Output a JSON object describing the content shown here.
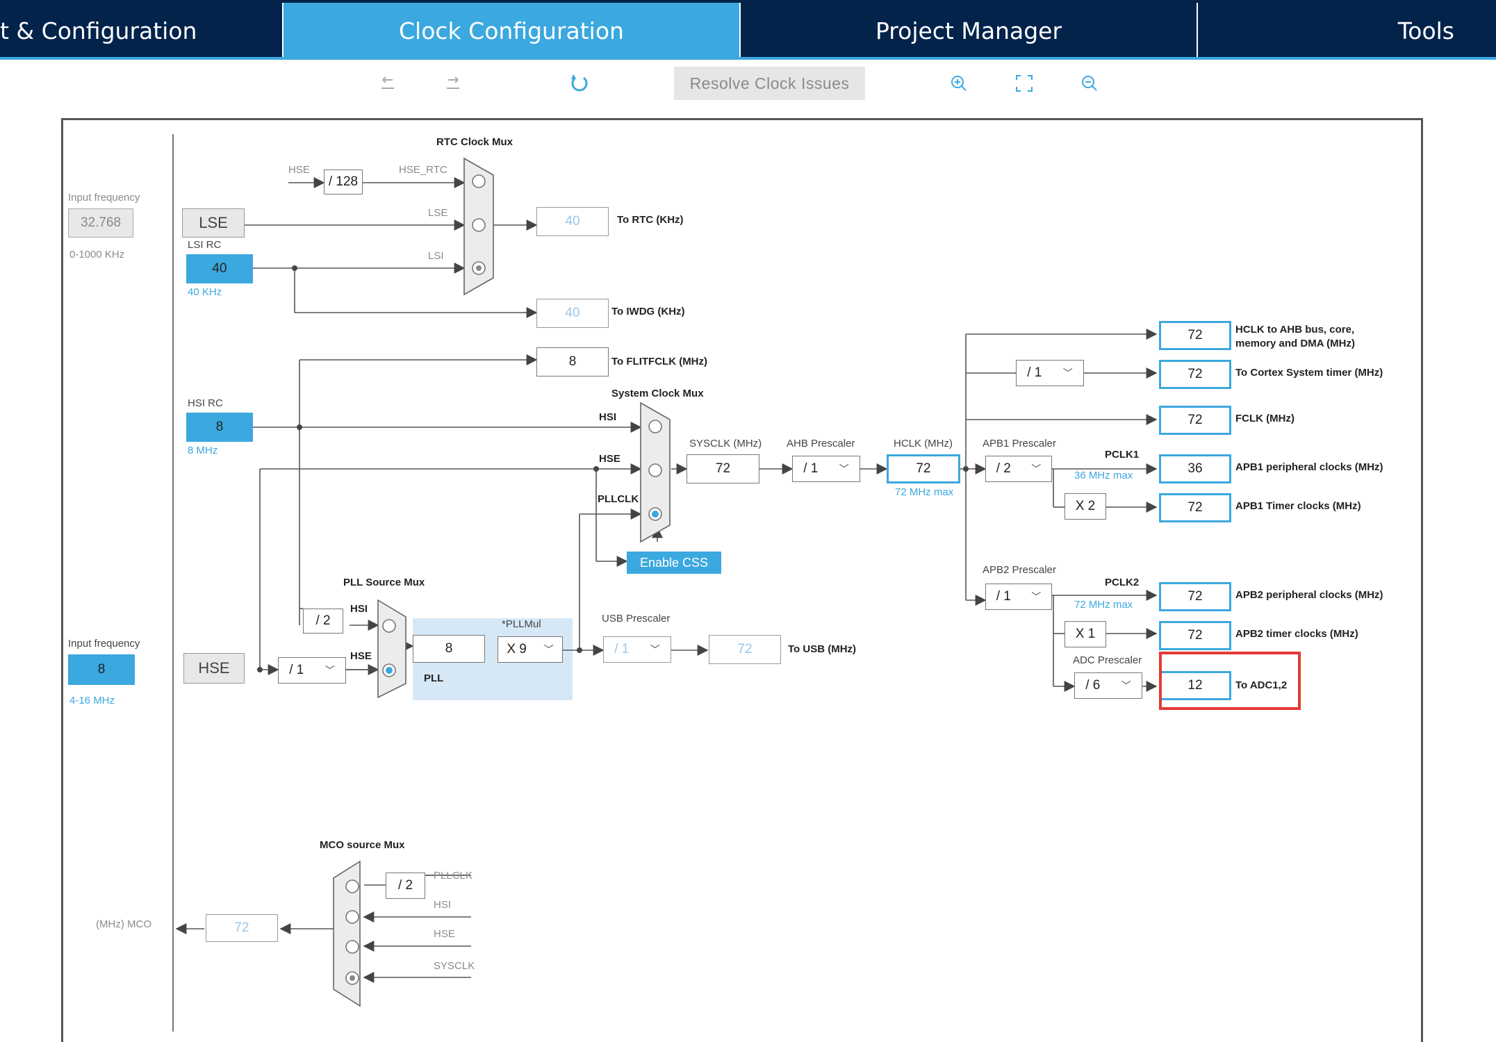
{
  "tabs": [
    {
      "label": "t & Configuration"
    },
    {
      "label": "Clock Configuration"
    },
    {
      "label": "Project Manager"
    },
    {
      "label": "Tools"
    }
  ],
  "toolbar": {
    "resolve_label": "Resolve Clock Issues",
    "icons": [
      "undo-icon",
      "redo-icon",
      "refresh-icon",
      "zoom-in-icon",
      "fit-screen-icon",
      "zoom-out-icon"
    ]
  },
  "rtc": {
    "title": "RTC Clock Mux",
    "hse": "HSE",
    "div128": "/ 128",
    "hse_rtc": "HSE_RTC",
    "lse": "LSE",
    "lsi": "LSI",
    "out_value": "40",
    "out_label": "To RTC (KHz)"
  },
  "lse": {
    "input_freq_label": "Input frequency",
    "input_value": "32.768",
    "range": "0-1000 KHz",
    "name": "LSE"
  },
  "lsi": {
    "title": "LSI RC",
    "value": "40",
    "sub": "40 KHz"
  },
  "iwdg": {
    "value": "40",
    "label": "To IWDG (KHz)"
  },
  "flit": {
    "value": "8",
    "label": "To FLITFCLK (MHz)"
  },
  "hsi": {
    "title": "HSI RC",
    "value": "8",
    "sub": "8 MHz"
  },
  "sysmux": {
    "title": "System Clock Mux",
    "hsi": "HSI",
    "hse": "HSE",
    "pllclk": "PLLCLK",
    "css_label": "Enable CSS"
  },
  "sysclk": {
    "label": "SYSCLK (MHz)",
    "value": "72"
  },
  "ahb": {
    "label": "AHB Prescaler",
    "value": "/ 1"
  },
  "hclk": {
    "label": "HCLK (MHz)",
    "value": "72",
    "max": "72 MHz max"
  },
  "apb1": {
    "label": "APB1 Prescaler",
    "value": "/ 2",
    "pclk": "PCLK1",
    "max": "36 MHz max",
    "x2": "X 2"
  },
  "apb2": {
    "label": "APB2 Prescaler",
    "value": "/ 1",
    "pclk": "PCLK2",
    "max": "72 MHz max",
    "x1": "X 1"
  },
  "adc": {
    "label": "ADC Prescaler",
    "value": "/ 6"
  },
  "cortex_div": "/ 1",
  "outputs": [
    {
      "value": "72",
      "label": "HCLK to AHB bus, core,",
      "label2": "memory and DMA (MHz)"
    },
    {
      "value": "72",
      "label": "To Cortex System timer (MHz)"
    },
    {
      "value": "72",
      "label": "FCLK (MHz)"
    },
    {
      "value": "36",
      "label": "APB1 peripheral clocks (MHz)"
    },
    {
      "value": "72",
      "label": "APB1 Timer clocks (MHz)"
    },
    {
      "value": "72",
      "label": "APB2 peripheral clocks (MHz)"
    },
    {
      "value": "72",
      "label": "APB2 timer clocks (MHz)"
    },
    {
      "value": "12",
      "label": "To ADC1,2"
    }
  ],
  "pllsrc": {
    "title": "PLL Source Mux",
    "div2": "/ 2",
    "hsi": "HSI",
    "hse": "HSE"
  },
  "hse": {
    "input_freq_label": "Input frequency",
    "value": "8",
    "range": "4-16 MHz",
    "name": "HSE",
    "div": "/ 1"
  },
  "pll": {
    "input": "8",
    "mul_label": "*PLLMul",
    "mul_value": "X 9",
    "name": "PLL"
  },
  "usb": {
    "label": "USB Prescaler",
    "value": "/ 1",
    "out_value": "72",
    "out_label": "To USB (MHz)"
  },
  "mco": {
    "title": "MCO source Mux",
    "div2": "/ 2",
    "pllclk": "PLLCLK",
    "hsi": "HSI",
    "hse": "HSE",
    "sysclk": "SYSCLK",
    "label": "(MHz) MCO",
    "value": "72"
  },
  "colors": {
    "navy": "#03234b",
    "accent": "#3ba8df",
    "highlight": "#e53935"
  }
}
